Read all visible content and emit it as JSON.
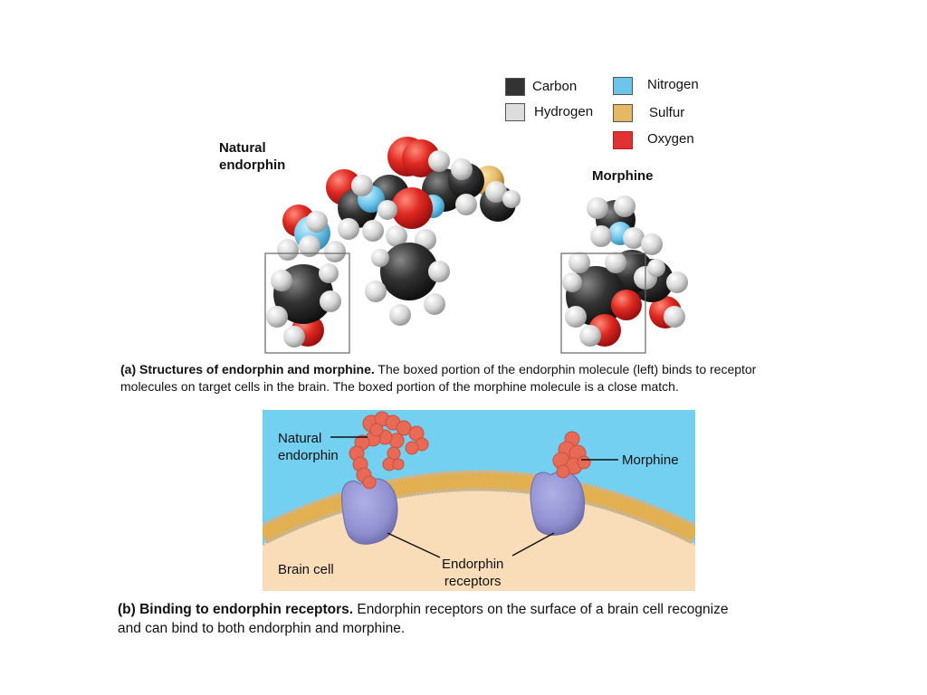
{
  "legend": {
    "items": [
      {
        "label": "Carbon",
        "color": "#333333"
      },
      {
        "label": "Hydrogen",
        "color": "#dddddd"
      },
      {
        "label": "Nitrogen",
        "color": "#6cc6ea"
      },
      {
        "label": "Sulfur",
        "color": "#e3b966"
      },
      {
        "label": "Oxygen",
        "color": "#e03232"
      }
    ]
  },
  "molecules": {
    "endorphin_title_line1": "Natural",
    "endorphin_title_line2": "endorphin",
    "morphine_title": "Morphine"
  },
  "caption_a": {
    "bold": "(a)  Structures of endorphin and morphine.",
    "text": " The boxed portion of the endorphin molecule  (left) binds to receptor molecules on target cells in the brain. The boxed portion of the morphine molecule is a close match."
  },
  "diagram_b": {
    "natural_endorphin_line1": "Natural",
    "natural_endorphin_line2": "endorphin",
    "morphine_label": "Morphine",
    "receptors_line1": "Endorphin",
    "receptors_line2": "receptors",
    "brain_cell_label": "Brain cell",
    "colors": {
      "fluid": "#74d0f0",
      "cell": "#f9dcb8",
      "membrane": "#e2b050",
      "receptor": "#8f8fd0",
      "ligand": "#e86a56"
    }
  },
  "caption_b": {
    "bold": "(b) Binding to endorphin receptors.",
    "text": " Endorphin receptors on the surface of a brain cell recognize and can bind to both endorphin and morphine."
  }
}
